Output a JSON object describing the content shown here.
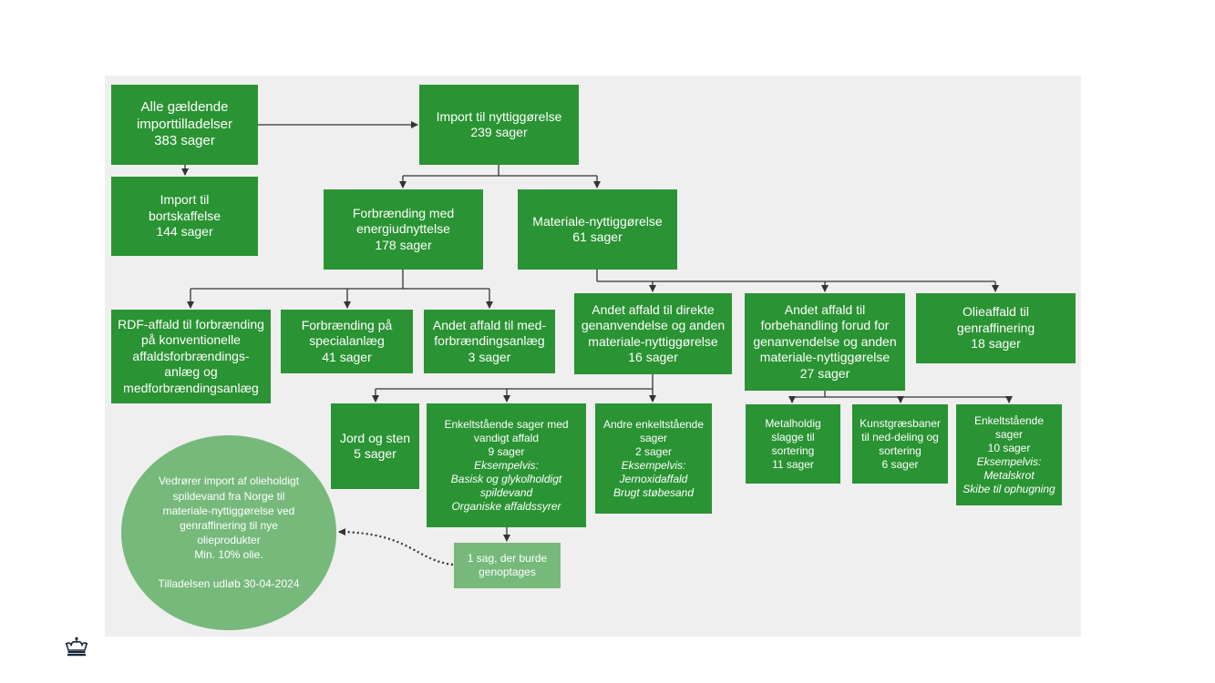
{
  "colors": {
    "box": "#2a9333",
    "box_light": "#76b97b",
    "panel": "#efefef",
    "line": "#333333"
  },
  "boxes": {
    "alle": [
      "Alle gældende",
      "importtilladelser",
      "383 sager"
    ],
    "bortskaffelse": [
      "Import til",
      "bortskaffelse",
      "144 sager"
    ],
    "nyttiggorelse": [
      "Import til nyttiggørelse",
      "239 sager"
    ],
    "forbraending": [
      "Forbrænding med",
      "energiudnyttelse",
      "178 sager"
    ],
    "materiale": [
      "Materiale-nyttiggørelse",
      "61 sager"
    ],
    "rdf": [
      "RDF-affald til forbrænding",
      "på konventionelle",
      "affaldsforbrændings-",
      "anlæg og",
      "medforbrændingsanlæg"
    ],
    "specialanlaeg": [
      "Forbrænding på",
      "specialanlæg",
      "41 sager"
    ],
    "medforbraending": [
      "Andet affald til med-",
      "forbrændingsanlæg",
      "3 sager"
    ],
    "direkte": [
      "Andet affald til direkte",
      "genanvendelse og anden",
      "materiale-nyttiggørelse",
      "16 sager"
    ],
    "forbehandling": [
      "Andet affald til",
      "forbehandling forud for",
      "genanvendelse og anden",
      "materiale-nyttiggørelse",
      "27 sager"
    ],
    "olieaffald": [
      "Olieaffald til",
      "genraffinering",
      "18 sager"
    ],
    "jord": [
      "Jord og sten",
      "5 sager"
    ],
    "vandigt": {
      "lines": [
        "Enkeltstående sager med",
        "vandigt affald",
        "9 sager"
      ],
      "examples": [
        "Eksempelvis:",
        "Basisk og glykolholdigt",
        "spildevand",
        "Organiske affaldssyrer"
      ]
    },
    "andre": {
      "lines": [
        "Andre enkeltstående",
        "sager",
        "2 sager"
      ],
      "examples": [
        "Eksempelvis:",
        "Jernoxidaffald",
        "Brugt støbesand"
      ]
    },
    "metalholdig": [
      "Metalholdig",
      "slagge til",
      "sortering",
      "11 sager"
    ],
    "kunstgraes": [
      "Kunstgræsbaner",
      "til ned-deling og",
      "sortering",
      "6 sager"
    ],
    "enkeltstaaende": {
      "lines": [
        "Enkeltstående",
        "sager",
        "10 sager"
      ],
      "examples": [
        "Eksempelvis:",
        "Metalskrot",
        "Skibe til ophugning"
      ]
    },
    "genoptages": [
      "1 sag, der burde",
      "genoptages"
    ]
  },
  "note": {
    "lines": [
      "Vedrører import af olieholdigt",
      "spildevand fra Norge til",
      "materiale-nyttiggørelse ved",
      "genraffinering til nye",
      "olieprodukter",
      "Min. 10% olie."
    ],
    "expiry": "Tilladelsen udløb 30-04-2024"
  },
  "icons": {
    "logo": "crown-icon"
  }
}
